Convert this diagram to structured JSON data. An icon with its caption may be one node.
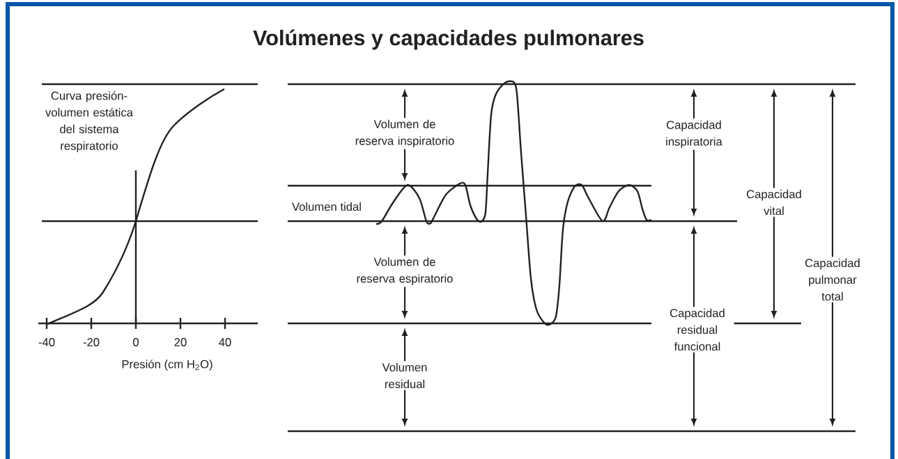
{
  "diagram": {
    "title": "Volúmenes y capacidades pulmonares",
    "labels": [
      "Curva presión-volumen estática del sistema respiratorio",
      "Volumen de reserva inspiratorio",
      "Capacidad inspiratoria",
      "Capacidad vital",
      "Volumen tidal",
      "Volumen de reserva espiratorio",
      "Capacidad pulmonar total",
      "Capacidad residual funcional",
      "-40",
      "-20",
      "0",
      "20",
      "40",
      "Presión (cm H$_{2}$O)",
      "Volumen residual"
    ]
  }
}
